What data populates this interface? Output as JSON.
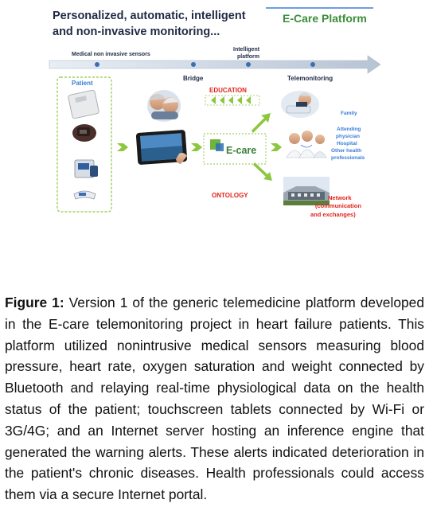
{
  "header": {
    "line1": "Personalized, automatic, intelligent",
    "line2": "and non-invasive monitoring...",
    "platform_title": "E-Care Platform"
  },
  "timeline": {
    "sensors_label": "Medical non invasive sensors",
    "platform_label_line1": "Intelligent",
    "platform_label_line2": "platform"
  },
  "stages": {
    "patient": "Patient",
    "bridge": "Bridge",
    "telemonitoring": "Telemonitoring",
    "education": "EDUCATION",
    "ontology": "ONTOLOGY",
    "ecare_logo_text": "E-care"
  },
  "actors": {
    "family": "Family",
    "attending_1": "Attending",
    "attending_2": "physician",
    "hospital": "Hospital",
    "other_1": "Other health",
    "other_2": "professionals"
  },
  "network": {
    "line1": "Network",
    "line2": "(communication",
    "line3": "and exchanges)"
  },
  "caption": {
    "label": "Figure 1:",
    "text": " Version 1 of the generic telemedicine platform developed in the E-care telemonitoring project in heart failure patients. This platform utilized nonintrusive medical sensors measuring blood pressure, heart rate, oxygen saturation and weight connected by Bluetooth and relaying real-time physiological data on the health status of the patient; touchscreen tablets connected by Wi-Fi or 3G/4G; and an Internet server hosting an inference engine that generated the warning alerts. These alerts indicated deterioration in the patient's chronic diseases. Health professionals could access them via a secure Internet portal."
  },
  "colors": {
    "green": "#8dc63f",
    "red": "#e2231a",
    "blue": "#3b7dd8",
    "dark_text": "#1f2a44",
    "timeline": "#b7c4d4"
  }
}
